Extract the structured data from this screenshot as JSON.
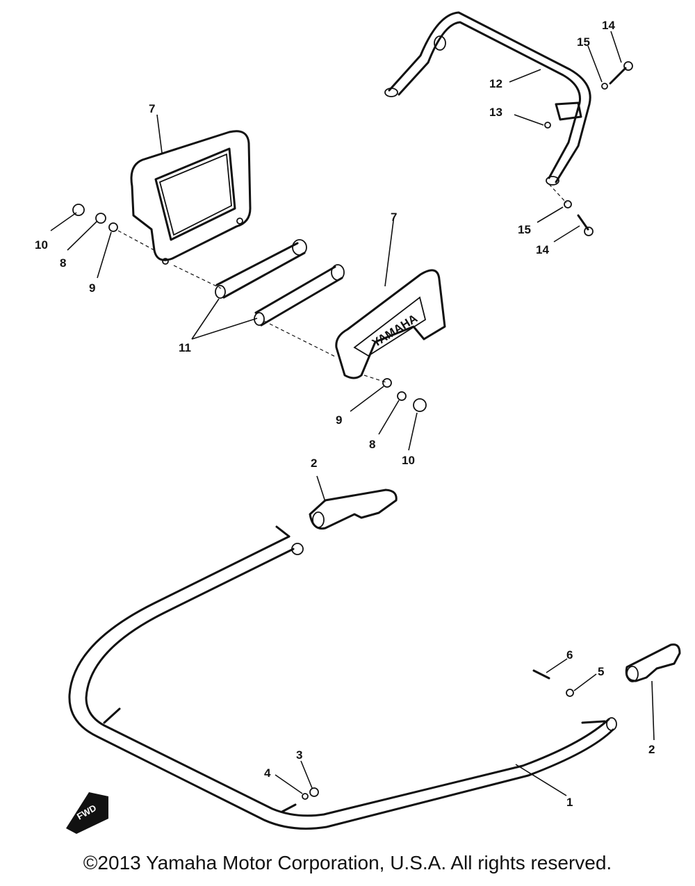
{
  "callouts": {
    "c1": "1",
    "c2a": "2",
    "c2b": "2",
    "c3": "3",
    "c4": "4",
    "c5": "5",
    "c6": "6",
    "c7a": "7",
    "c7b": "7",
    "c8a": "8",
    "c8b": "8",
    "c9a": "9",
    "c9b": "9",
    "c10a": "10",
    "c10b": "10",
    "c11": "11",
    "c12": "12",
    "c13": "13",
    "c14a": "14",
    "c14b": "14",
    "c15a": "15",
    "c15b": "15"
  },
  "stamps": {
    "plate_text": "YAMAHA",
    "fwd_text": "FWD"
  },
  "footer": {
    "copyright": "©2013 Yamaha Motor Corporation, U.S.A. All rights reserved."
  }
}
